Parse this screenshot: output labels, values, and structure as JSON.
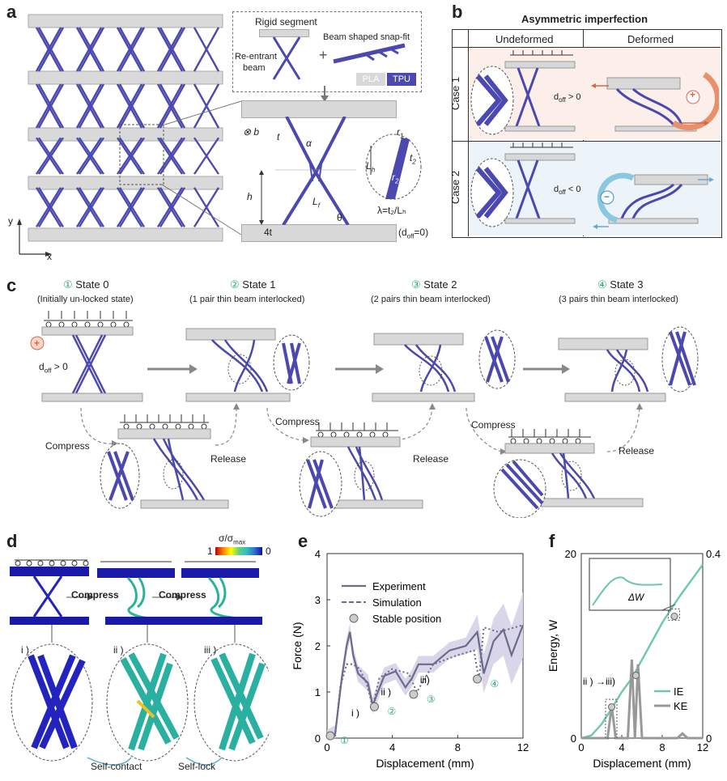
{
  "panels": {
    "a": {
      "label": "a",
      "rigid_segment": "Rigid segment",
      "beam_snapfit": "Beam shaped snap-fit",
      "reentrant1": "Re-entrant",
      "reentrant2": "beam",
      "pla": "PLA",
      "tpu": "TPU",
      "b_sym": "⊗ b",
      "t": "t",
      "alpha": "α",
      "h": "h",
      "lf": "L",
      "lf_sub": "f",
      "theta": "θ",
      "fourt": "4t",
      "doff0": "(d",
      "doff0_sub": "off",
      "doff0_end": "=0)",
      "r1": "r",
      "r1_sub": "1",
      "r2": "r",
      "r2_sub": "2",
      "t2": "t",
      "t2_sub": "2",
      "lh": "L",
      "lh_sub": "h",
      "lambda": "λ=t₂/Lₕ",
      "y": "y",
      "x": "x"
    },
    "b": {
      "label": "b",
      "title": "Asymmetric imperfection",
      "undeformed": "Undeformed",
      "deformed": "Deformed",
      "case1": "Case 1",
      "case2": "Case 2",
      "doff_pos": "d",
      "doff_pos_sub": "off",
      "doff_pos_end": " > 0",
      "doff_neg": "d",
      "doff_neg_sub": "off",
      "doff_neg_end": " < 0",
      "plus": "+",
      "minus": "−"
    },
    "c": {
      "label": "c",
      "states": [
        {
          "num": "①",
          "name": "State 0",
          "desc": "(Initially un-locked state)"
        },
        {
          "num": "②",
          "name": "State 1",
          "desc": "(1 pair thin beam interlocked)"
        },
        {
          "num": "③",
          "name": "State 2",
          "desc": "(2 pairs thin beam interlocked)"
        },
        {
          "num": "④",
          "name": "State 3",
          "desc": "(3 pairs thin beam interlocked)"
        }
      ],
      "plus": "+",
      "doff": "d",
      "doff_sub": "off",
      "doff_end": " > 0",
      "compress": "Compress",
      "release": "Release"
    },
    "d": {
      "label": "d",
      "cbar_title": "σ/σ",
      "cbar_sub": "max",
      "cbar_hi": "1",
      "cbar_lo": "0",
      "compress": "Compress",
      "i": "i )",
      "ii": "ii )",
      "iii": "iii )",
      "self_contact": "Self-contact",
      "self_lock": "Self-lock"
    },
    "e": {
      "label": "e"
    },
    "f": {
      "label": "f"
    }
  },
  "chart_data": [
    {
      "type": "line",
      "panel": "e",
      "xlabel": "Displacement (mm)",
      "ylabel": "Force (N)",
      "xlim": [
        0,
        12
      ],
      "ylim": [
        0,
        4
      ],
      "xticks": [
        "0",
        "4",
        "8",
        "12"
      ],
      "yticks": [
        "0",
        "1",
        "2",
        "3",
        "4"
      ],
      "legend": [
        "Experiment",
        "Simulation",
        "Stable position"
      ],
      "series": [
        {
          "name": "Experiment",
          "style": "solid",
          "color": "#6b6b8a",
          "x": [
            0,
            0.5,
            0.9,
            1.2,
            1.4,
            1.6,
            1.9,
            2.2,
            2.5,
            2.8,
            3.0,
            3.5,
            4.2,
            4.8,
            5.2,
            5.6,
            6.5,
            7.5,
            8.5,
            9.2,
            9.6,
            10.2,
            10.8,
            11.3,
            12
          ],
          "y": [
            0,
            0.1,
            1.3,
            2.0,
            2.3,
            1.8,
            1.4,
            1.3,
            1.2,
            0.7,
            0.9,
            1.35,
            1.45,
            1.1,
            1.3,
            1.6,
            1.6,
            1.9,
            2.0,
            2.3,
            1.4,
            2.1,
            2.35,
            1.8,
            2.45
          ]
        },
        {
          "name": "Simulation",
          "style": "dashed",
          "color": "#6b6b8a",
          "x": [
            0,
            0.5,
            0.8,
            1.2,
            1.6,
            2.0,
            2.4,
            2.8,
            3.2,
            4.0,
            5.0,
            5.5,
            6.5,
            8.0,
            9.0,
            9.3,
            9.6,
            10.5,
            12
          ],
          "y": [
            0,
            0.05,
            1.1,
            1.6,
            1.6,
            1.5,
            1.2,
            0.7,
            1.3,
            1.5,
            1.4,
            1.0,
            1.6,
            1.8,
            1.9,
            1.25,
            2.4,
            2.3,
            2.45
          ]
        }
      ],
      "stable_positions": [
        {
          "x": 0,
          "y": 0.05,
          "label": "i )",
          "state": "①"
        },
        {
          "x": 2.9,
          "y": 0.68,
          "label": "ii )",
          "state": "②"
        },
        {
          "x": 5.3,
          "y": 0.95,
          "label": "iii)",
          "state": "③"
        },
        {
          "x": 9.2,
          "y": 1.28,
          "label": "",
          "state": "④"
        }
      ]
    },
    {
      "type": "line",
      "panel": "f",
      "xlabel": "Displacement (mm)",
      "ylabel": "Energy, W",
      "xlim": [
        0,
        12
      ],
      "ylim_left": [
        0,
        20
      ],
      "ylim_right": [
        0,
        0.4
      ],
      "xticks": [
        "0",
        "4",
        "8",
        "12"
      ],
      "yticks_left": [
        "0",
        "20"
      ],
      "yticks_right": [
        "0",
        "0.4"
      ],
      "legend": [
        "IE",
        "KE"
      ],
      "annotation": "ii ) →iii)",
      "inset_label": "ΔW",
      "series": [
        {
          "name": "IE",
          "color": "#6cc8a8",
          "x": [
            0,
            1,
            2,
            3,
            4,
            5,
            6,
            7,
            8,
            9,
            10,
            11,
            12
          ],
          "y": [
            0,
            0.3,
            1.5,
            3.2,
            5.0,
            6.5,
            8.5,
            10.5,
            12.5,
            14.2,
            15.8,
            17.3,
            18.8
          ]
        },
        {
          "name": "KE",
          "color": "#999999",
          "x": [
            0,
            2.6,
            3.0,
            3.4,
            4.6,
            5.0,
            5.3,
            5.6,
            6.0,
            9.5,
            10.0,
            10.5,
            12
          ],
          "y": [
            0,
            0,
            0.07,
            0,
            0,
            0.17,
            0,
            0.16,
            0,
            0,
            0.01,
            0,
            0
          ]
        }
      ]
    }
  ]
}
